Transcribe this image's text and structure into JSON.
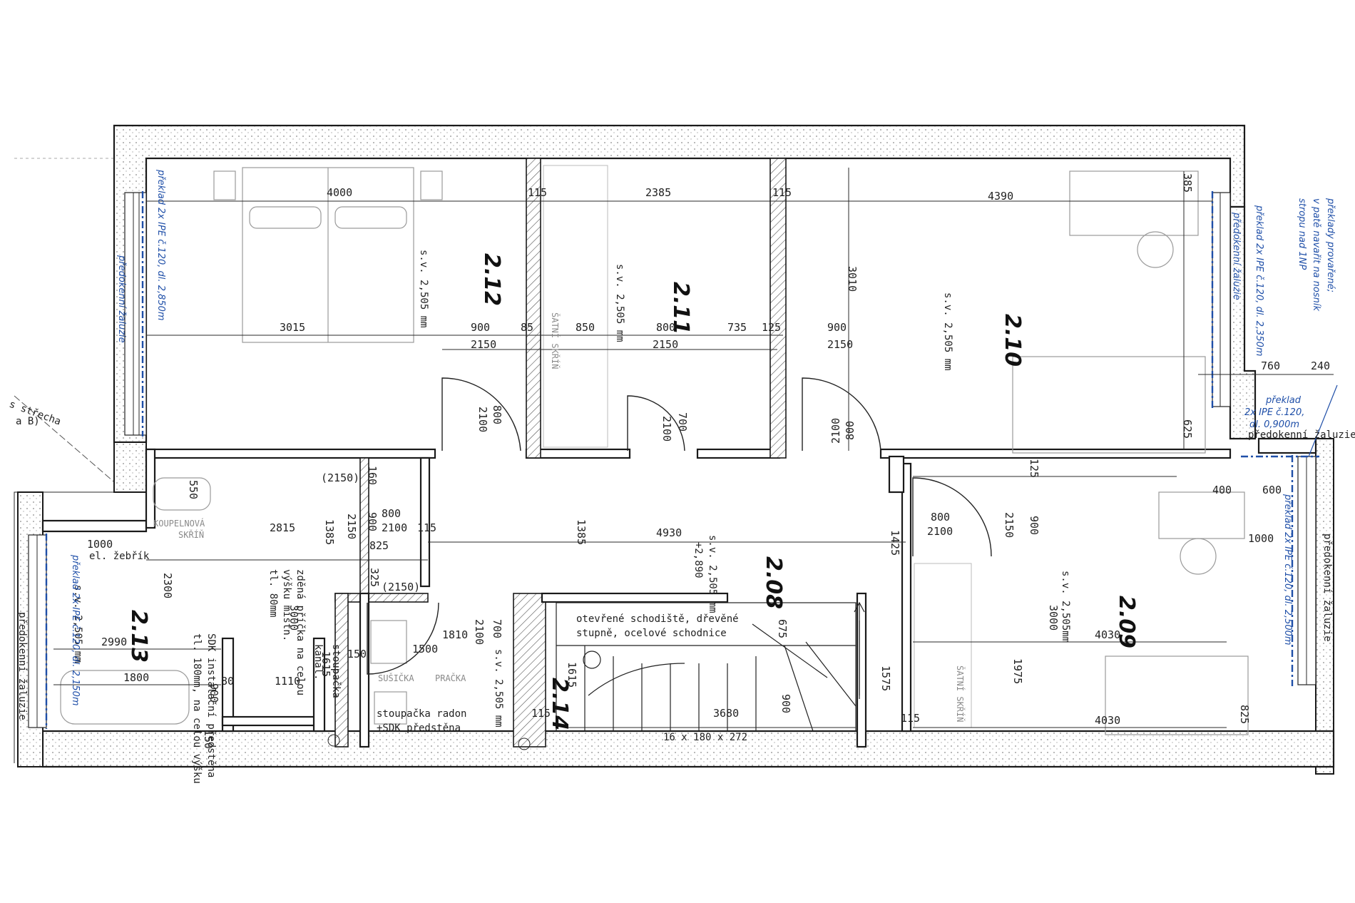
{
  "rooms": [
    {
      "id": "2.12",
      "sv": "s.v. 2,505 mm"
    },
    {
      "id": "2.11",
      "sv": "s.v. 2,505 mm"
    },
    {
      "id": "2.10",
      "sv": "s.v. 2,505 mm"
    },
    {
      "id": "2.08",
      "sv": "s.v. 2,505 mm",
      "level": "+2,890"
    },
    {
      "id": "2.09",
      "sv": "s.v. 2,505mm"
    },
    {
      "id": "2.13",
      "sv": "s.v. 2,505 mm"
    },
    {
      "id": "2.14",
      "sv": "s.v. 2,505 mm"
    }
  ],
  "dimensions": {
    "d4000": "4000",
    "d115a": "115",
    "d2385": "2385",
    "d115b": "115",
    "d4390": "4390",
    "d385": "385",
    "d3015": "3015",
    "d900a": "900",
    "d85": "85",
    "d850": "850",
    "d800a": "800",
    "d735": "735",
    "d125a": "125",
    "d900b": "900",
    "d2150a": "2150",
    "d2150b": "2150",
    "d2150c": "2150",
    "d3010": "3010",
    "d800door1": "800",
    "d2100door1": "2100",
    "d700door2": "700",
    "d2100door2": "2100",
    "d800door3": "800",
    "d2100door3": "2100",
    "d760": "760",
    "d240": "240",
    "d625": "625",
    "d2150p1": "(2150)",
    "d160": "160",
    "d550": "550",
    "d2815": "2815",
    "d1385a": "1385",
    "d2150d": "2150",
    "d900c": "900",
    "d800e": "800",
    "d2100e": "2100",
    "d115c": "115",
    "d825a": "825",
    "d1385b": "1385",
    "d4930": "4930",
    "d1425": "1425",
    "d800f": "800",
    "d2100f": "2100",
    "d2150e": "2150",
    "d900d": "900",
    "d125b": "125",
    "d400": "400",
    "d600": "600",
    "d1000b": "1000",
    "d1000a": "1000",
    "d2300": "2300",
    "d325": "325",
    "d2150p2": "(2150)",
    "d3000a": "3000",
    "d3000b": "3000",
    "d2990": "2990",
    "d1810": "1810",
    "d2100g": "2100",
    "d700g": "700",
    "d1800": "1800",
    "d900e": "900",
    "d80": "80",
    "d1110": "1110",
    "d1615a": "1615",
    "d150a": "150",
    "d1500": "1500",
    "d150b": "150",
    "d115d": "115",
    "d1615b": "1615",
    "d675": "675",
    "d1575": "1575",
    "d3680": "3680",
    "d900f": "900",
    "d1975": "1975",
    "d4030a": "4030",
    "d4030b": "4030",
    "d825b": "825",
    "d115e": "115"
  },
  "notes": {
    "koupelnova": "KOUPELNOVÁ",
    "skrin": "SKŘÍŇ",
    "satni1": "ŠATNÍ SKŘÍŇ",
    "satni2": "ŠATNÍ SKŘÍŇ",
    "zebrik": "el. žebřík",
    "sdk": "SDK instalační předstěna",
    "sdk2": "tl. 180mm, na celou výšku",
    "zdena": "zděná příčka na celou",
    "zdena2": "výšku místn.",
    "zdena3": "tl. 80mm",
    "stoupacka": "stoupačka",
    "kanal": "kanal.",
    "susicka": "SUŠIČKA",
    "pracka": "PRAČKA",
    "radon1": "stoupačka radon",
    "radon2": "+SDK předstěna",
    "schodiste1": "otevřené schodiště, dřevěné",
    "schodiste2": "stupně, ocelové schodnice",
    "stairs": "16 x 180 x 272",
    "strecha": "s střecha",
    "strechaB": "a B)"
  },
  "blue_notes": {
    "preklad_212": "překlad 2x IPE č.120, dl. 2,850m",
    "zaluzie_212": "předokenní žaluzie",
    "preklad_210": "překlad 2x IPE č.120, dl. 2,350m",
    "zaluzie_210": "předokenní žaluzie",
    "provarene1": "překlady provařené;",
    "provarene2": "v patě navařit na nosník",
    "provarene3": "stropu nad 1NP",
    "preklad_small1": "překlad",
    "preklad_small2": "2x IPE č.120,",
    "preklad_small3": "dl. 0,900m",
    "zaluzie_corner": "předokenní žaluzie",
    "preklad_209": "překlad 2x IPE č.120, dl. 2,500m",
    "zaluzie_209": "předokenní žaluzie",
    "preklad_213": "překlad 2x IPE č.120, dl. 2,150m",
    "zaluzie_213": "předokenní žaluzie"
  }
}
